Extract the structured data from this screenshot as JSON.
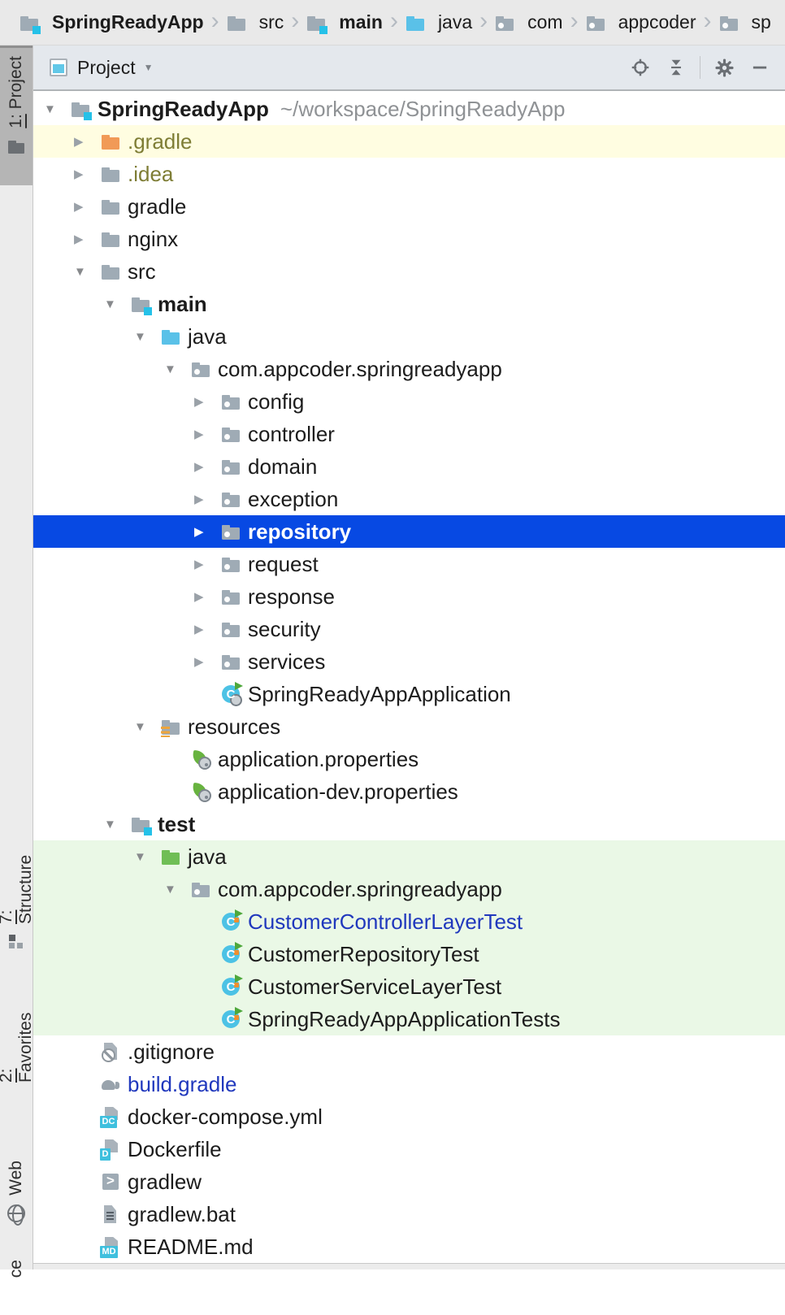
{
  "breadcrumb": {
    "separator": "›",
    "items": [
      {
        "label": "SpringReadyApp",
        "icon": "folder-module",
        "bold": true
      },
      {
        "label": "src",
        "icon": "folder",
        "bold": false
      },
      {
        "label": "main",
        "icon": "folder-module",
        "bold": true
      },
      {
        "label": "java",
        "icon": "folder-source",
        "bold": false
      },
      {
        "label": "com",
        "icon": "package",
        "bold": false
      },
      {
        "label": "appcoder",
        "icon": "package",
        "bold": false
      },
      {
        "label": "sp",
        "icon": "package",
        "bold": false
      }
    ]
  },
  "panel": {
    "title": "Project",
    "tools": [
      "locate",
      "collapse-all",
      "settings",
      "hide"
    ]
  },
  "sidebar": {
    "tabs": [
      {
        "label": "1: Project",
        "icon": "folder",
        "active": true,
        "mnemonic": true
      },
      {
        "label": "7: Structure",
        "icon": "structure",
        "active": false,
        "mnemonic": true
      },
      {
        "label": "2: Favorites",
        "icon": "star",
        "active": false,
        "mnemonic": true
      },
      {
        "label": "Web",
        "icon": "globe",
        "active": false,
        "mnemonic": false
      },
      {
        "label": "ce",
        "icon": "",
        "active": false,
        "mnemonic": false
      }
    ]
  },
  "tree": {
    "rows": [
      {
        "label": "SpringReadyApp",
        "hint": "~/workspace/SpringReadyApp",
        "level": 0,
        "expand": "open",
        "icon": "folder-module",
        "style": "bold"
      },
      {
        "label": ".gradle",
        "level": 1,
        "expand": "closed",
        "icon": "folder-excluded",
        "style": "olive",
        "bg": "yellow"
      },
      {
        "label": ".idea",
        "level": 1,
        "expand": "closed",
        "icon": "folder",
        "style": "olive"
      },
      {
        "label": "gradle",
        "level": 1,
        "expand": "closed",
        "icon": "folder"
      },
      {
        "label": "nginx",
        "level": 1,
        "expand": "closed",
        "icon": "folder"
      },
      {
        "label": "src",
        "level": 1,
        "expand": "open",
        "icon": "folder"
      },
      {
        "label": "main",
        "level": 2,
        "expand": "open",
        "icon": "folder-module",
        "style": "bold"
      },
      {
        "label": "java",
        "level": 3,
        "expand": "open",
        "icon": "folder-source"
      },
      {
        "label": "com.appcoder.springreadyapp",
        "level": 4,
        "expand": "open",
        "icon": "package"
      },
      {
        "label": "config",
        "level": 5,
        "expand": "closed",
        "icon": "package"
      },
      {
        "label": "controller",
        "level": 5,
        "expand": "closed",
        "icon": "package"
      },
      {
        "label": "domain",
        "level": 5,
        "expand": "closed",
        "icon": "package"
      },
      {
        "label": "exception",
        "level": 5,
        "expand": "closed",
        "icon": "package"
      },
      {
        "label": "repository",
        "level": 5,
        "expand": "closed",
        "icon": "package",
        "selected": true
      },
      {
        "label": "request",
        "level": 5,
        "expand": "closed",
        "icon": "package"
      },
      {
        "label": "response",
        "level": 5,
        "expand": "closed",
        "icon": "package"
      },
      {
        "label": "security",
        "level": 5,
        "expand": "closed",
        "icon": "package"
      },
      {
        "label": "services",
        "level": 5,
        "expand": "closed",
        "icon": "package"
      },
      {
        "label": "SpringReadyAppApplication",
        "level": 5,
        "expand": "none",
        "icon": "class-main",
        "badge": "C"
      },
      {
        "label": "resources",
        "level": 3,
        "expand": "open",
        "icon": "folder-resources"
      },
      {
        "label": "application.properties",
        "level": 4,
        "expand": "none",
        "icon": "spring"
      },
      {
        "label": "application-dev.properties",
        "level": 4,
        "expand": "none",
        "icon": "spring"
      },
      {
        "label": "test",
        "level": 2,
        "expand": "open",
        "icon": "folder-module",
        "style": "bold"
      },
      {
        "label": "java",
        "level": 3,
        "expand": "open",
        "icon": "folder-test",
        "bg": "green"
      },
      {
        "label": "com.appcoder.springreadyapp",
        "level": 4,
        "expand": "open",
        "icon": "package",
        "bg": "green"
      },
      {
        "label": "CustomerControllerLayerTest",
        "level": 5,
        "expand": "none",
        "icon": "class-test",
        "badge": "C",
        "style": "blue",
        "bg": "green"
      },
      {
        "label": "CustomerRepositoryTest",
        "level": 5,
        "expand": "none",
        "icon": "class-test",
        "badge": "C",
        "bg": "green"
      },
      {
        "label": "CustomerServiceLayerTest",
        "level": 5,
        "expand": "none",
        "icon": "class-test",
        "badge": "C",
        "bg": "green"
      },
      {
        "label": "SpringReadyAppApplicationTests",
        "level": 5,
        "expand": "none",
        "icon": "class-test",
        "badge": "C",
        "bg": "green"
      },
      {
        "label": ".gitignore",
        "level": 1,
        "expand": "none",
        "icon": "file-ignored"
      },
      {
        "label": "build.gradle",
        "level": 1,
        "expand": "none",
        "icon": "gradle",
        "style": "blue"
      },
      {
        "label": "docker-compose.yml",
        "level": 1,
        "expand": "none",
        "icon": "file-badge",
        "badge": "DC"
      },
      {
        "label": "Dockerfile",
        "level": 1,
        "expand": "none",
        "icon": "file-badge",
        "badge": "D"
      },
      {
        "label": "gradlew",
        "level": 1,
        "expand": "none",
        "icon": "shell"
      },
      {
        "label": "gradlew.bat",
        "level": 1,
        "expand": "none",
        "icon": "file-text"
      },
      {
        "label": "README.md",
        "level": 1,
        "expand": "none",
        "icon": "file-badge",
        "badge": "MD"
      }
    ]
  },
  "colors": {
    "selection_blue": "#0749e3",
    "excluded_row_yellow": "#fffde1",
    "test_scope_row_green": "#eaf8e6",
    "vcs_modified_blue": "#2038bd",
    "ignored_olive_text": "#7e7d35",
    "module_badge_cyan": "#25c1e8",
    "source_folder_blue": "#5ac1e8",
    "test_folder_green": "#6fbe55",
    "excluded_folder_orange": "#f19a57"
  }
}
